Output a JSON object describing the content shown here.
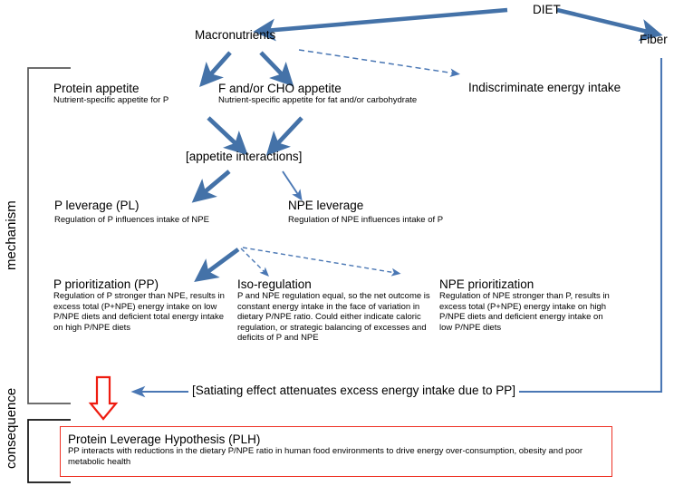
{
  "diagram": {
    "title_flow": "Protein Leverage Hypothesis conceptual framework",
    "colors": {
      "arrow_blue": "#4472a8",
      "dashed_blue": "#4a77b4",
      "red_accent": "#ee3124",
      "bracket_gray": "#595959",
      "text_black": "#000000"
    }
  },
  "side_labels": {
    "mechanism": "mechanism",
    "consequence": "consequence"
  },
  "nodes": {
    "diet": {
      "label": "DIET"
    },
    "macronutrients": {
      "label": "Macronutrients"
    },
    "fiber": {
      "label": "Fiber"
    },
    "protein_appetite": {
      "title": "Protein appetite",
      "subtitle": "Nutrient-specific appetite for P"
    },
    "fcho_appetite": {
      "title": "F and/or CHO appetite",
      "subtitle": "Nutrient-specific appetite for fat and/or carbohydrate"
    },
    "indiscriminate": {
      "label": "Indiscriminate energy intake"
    },
    "appetite_interactions": {
      "label": "[appetite interactions]"
    },
    "p_leverage": {
      "title": "P leverage (PL)",
      "subtitle": "Regulation of P influences intake of NPE"
    },
    "npe_leverage": {
      "title": "NPE leverage",
      "subtitle": "Regulation of NPE influences intake of P"
    },
    "p_prioritization": {
      "title": "P prioritization (PP)",
      "subtitle": "Regulation of P stronger than NPE, results in excess total (P+NPE) energy intake on low P/NPE diets and deficient total energy intake on high P/NPE diets"
    },
    "iso_regulation": {
      "title": "Iso-regulation",
      "subtitle": "P and NPE regulation equal, so the net outcome is constant energy intake in the face of variation in dietary P/NPE ratio. Could either indicate caloric regulation, or strategic balancing of excesses and deficits of P and NPE"
    },
    "npe_prioritization": {
      "title": "NPE prioritization",
      "subtitle": "Regulation of NPE stronger than P, results in excess total (P+NPE) energy intake on high P/NPE diets and deficient energy intake on low P/NPE diets"
    },
    "satiating_effect": {
      "label": "[Satiating effect attenuates excess energy intake due to PP]"
    },
    "plh": {
      "title": "Protein Leverage Hypothesis (PLH)",
      "subtitle": "PP interacts with reductions in the dietary P/NPE ratio in human food environments to drive energy over-consumption, obesity and poor metabolic health"
    }
  }
}
